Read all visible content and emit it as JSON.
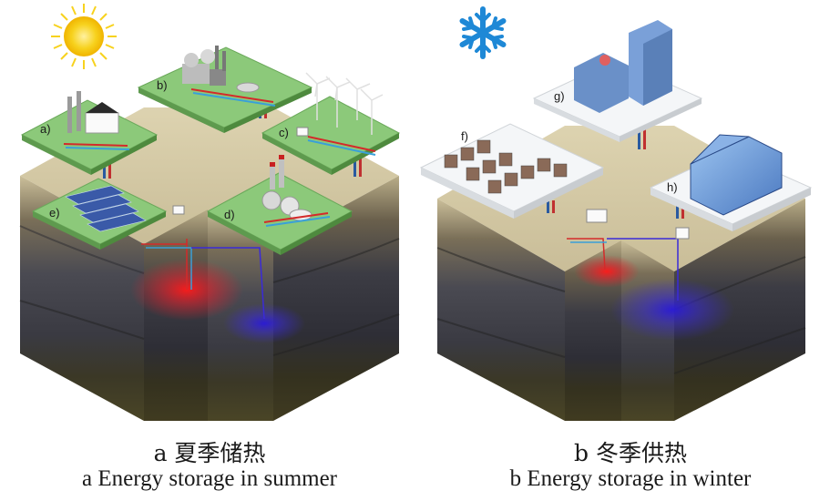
{
  "panels": {
    "summer": {
      "labels": {
        "a": "a)",
        "b": "b)",
        "c": "c)",
        "d": "d)",
        "e": "e)"
      },
      "caption_zh": "a 夏季储热",
      "caption_en": "a Energy storage in summer"
    },
    "winter": {
      "labels": {
        "f": "f)",
        "g": "g)",
        "h": "h)"
      },
      "caption_zh": "b 冬季供热",
      "caption_en": "b Energy storage in winter"
    }
  },
  "icons": [
    "sun-icon",
    "snowflake-icon"
  ],
  "colors": {
    "sun": "#f7d21e",
    "snowflake": "#1e88d6",
    "platform_summer": "#8cc97a",
    "platform_winter": "#f4f6f8",
    "ground_top": "#cfc29c",
    "ground_dark": "#2e3440",
    "hot_plume": "#e8202a",
    "cold_plume": "#3a2ad8",
    "pipe_hot": "#d42a2a",
    "pipe_cold": "#3aa0d8"
  }
}
